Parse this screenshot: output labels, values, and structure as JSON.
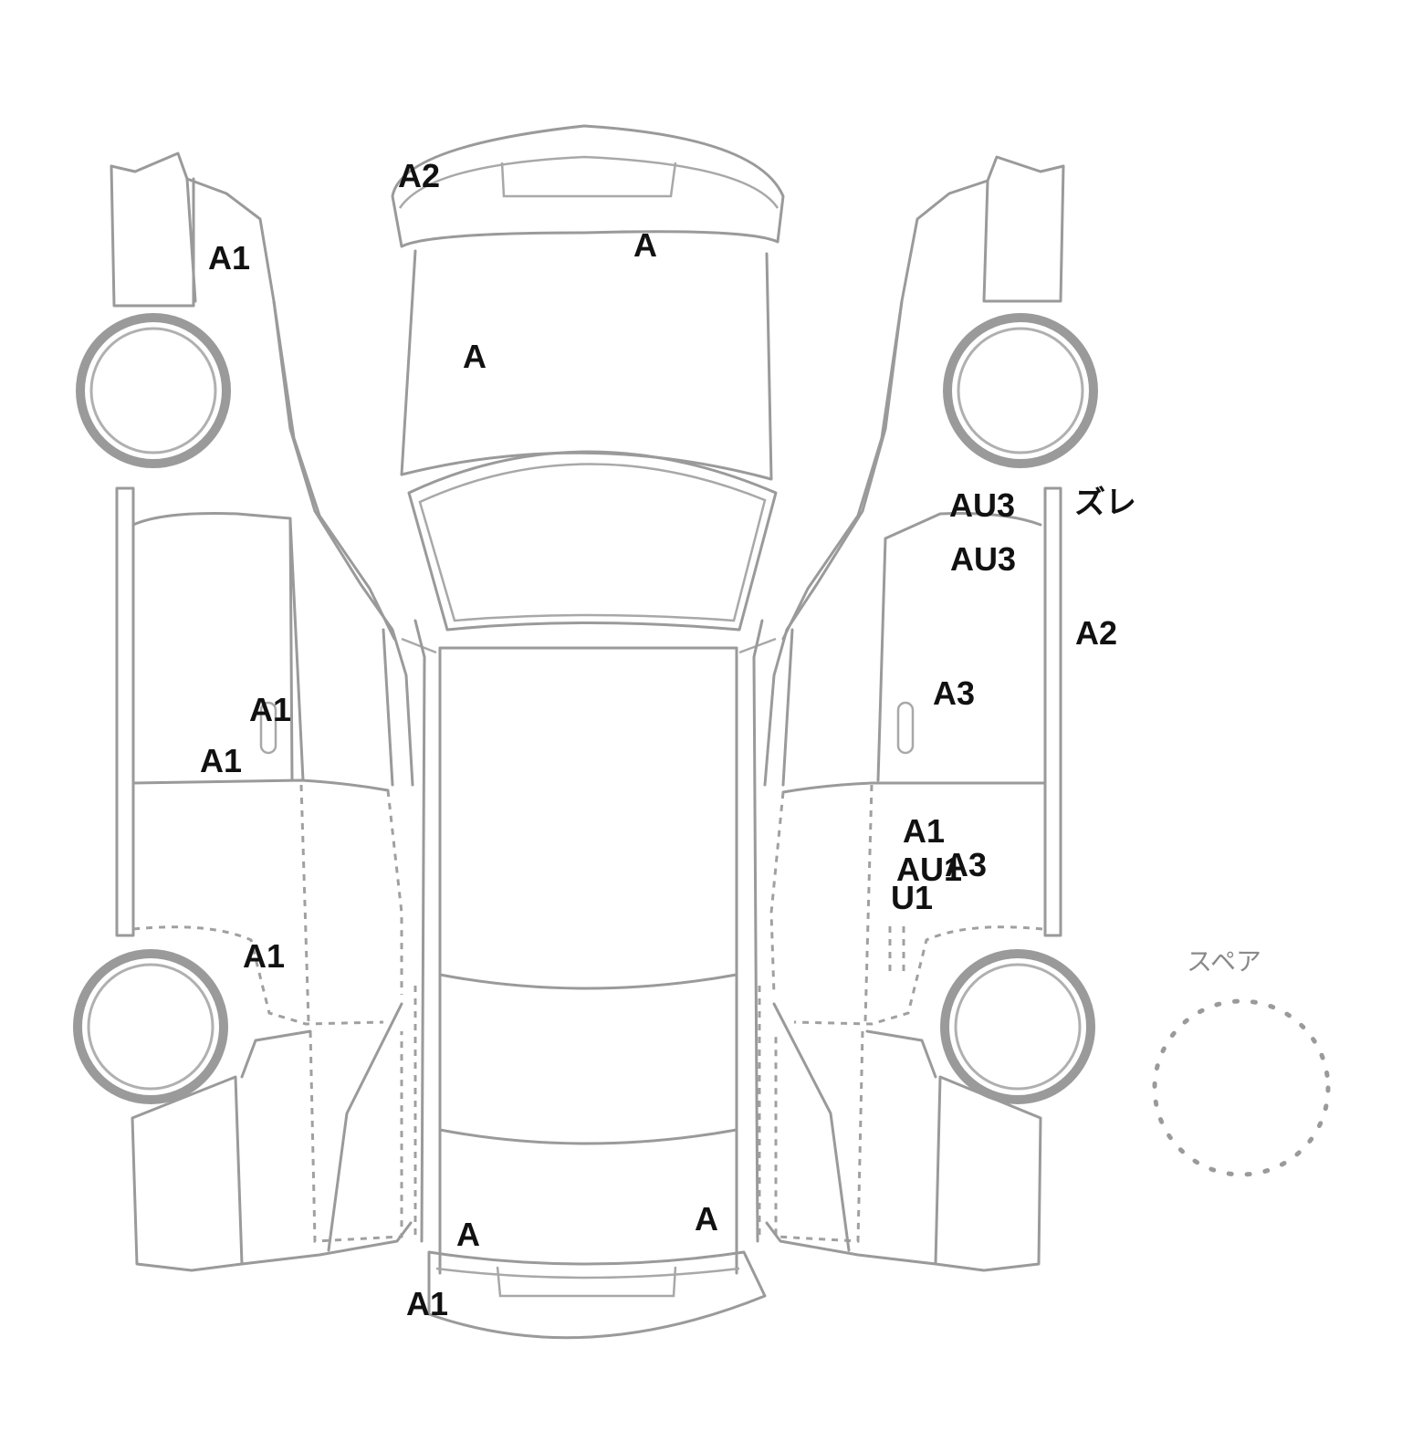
{
  "damage_marks": [
    {
      "id": "left-front-fender",
      "code": "A1"
    },
    {
      "id": "front-bumper-left",
      "code": "A2"
    },
    {
      "id": "hood-right",
      "code": "A"
    },
    {
      "id": "hood-left",
      "code": "A"
    },
    {
      "id": "left-front-door-1",
      "code": "A1"
    },
    {
      "id": "left-front-door-2",
      "code": "A1"
    },
    {
      "id": "left-rear-fender",
      "code": "A1"
    },
    {
      "id": "rear-left",
      "code": "A"
    },
    {
      "id": "rear-right",
      "code": "A"
    },
    {
      "id": "rear-bumper",
      "code": "A1"
    },
    {
      "id": "right-pillar-1",
      "code": "AU3"
    },
    {
      "id": "right-pillar-note",
      "code": "ズレ"
    },
    {
      "id": "right-pillar-2",
      "code": "AU3"
    },
    {
      "id": "right-side-sill",
      "code": "A2"
    },
    {
      "id": "right-front-door",
      "code": "A3"
    },
    {
      "id": "right-rear-door-1",
      "code": "A1"
    },
    {
      "id": "right-rear-door-2",
      "code": "AU1"
    },
    {
      "id": "right-rear-door-3",
      "code": "A3"
    },
    {
      "id": "right-rear-door-4",
      "code": "U1"
    }
  ],
  "spare_label": "スペア",
  "colors": {
    "outline": "#9a9a9a",
    "mark_text": "#111111",
    "background": "#ffffff"
  }
}
